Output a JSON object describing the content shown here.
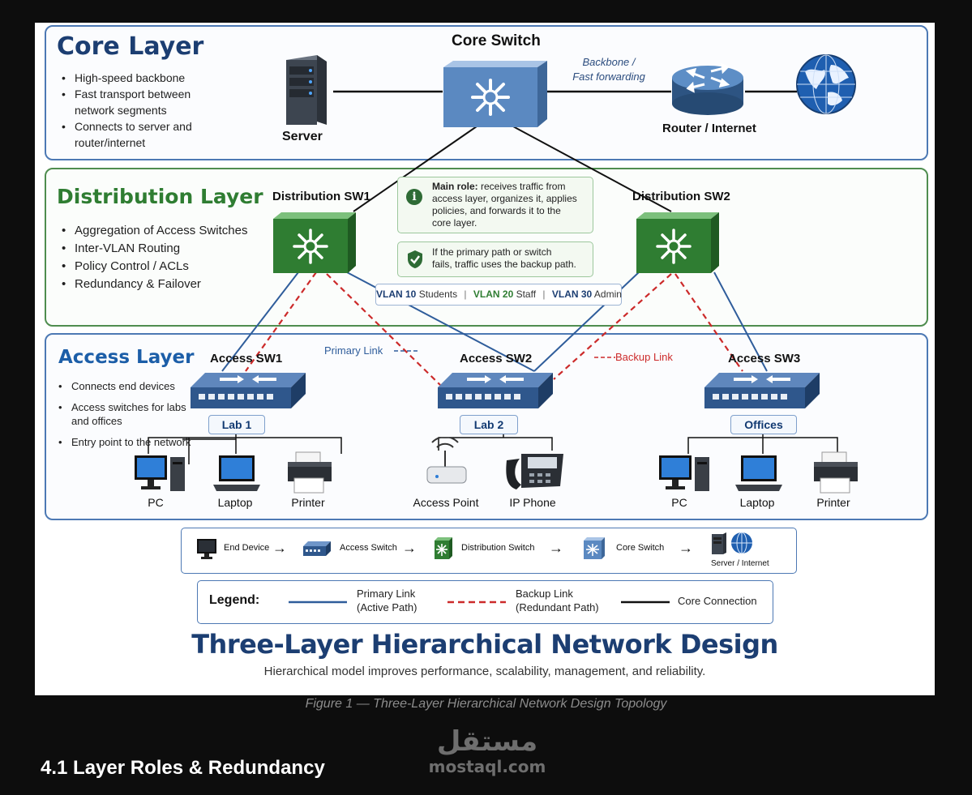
{
  "colors": {
    "primary_link": "#2f5d9b",
    "backup_link": "#cc2a2a",
    "core_connection": "#111111",
    "core_blue": "#4d79b4",
    "dist_green": "#2f7d32"
  },
  "core": {
    "title": "Core Layer",
    "bullets": [
      "High-speed backbone",
      "Fast transport between network segments",
      "Connects to server and router/internet"
    ],
    "switch_label": "Core Switch",
    "server_label": "Server",
    "router_label": "Router / Internet",
    "backbone_note": [
      "Backbone /",
      "Fast forwarding"
    ]
  },
  "distribution": {
    "title": "Distribution Layer",
    "bullets": [
      "Aggregation of Access Switches",
      "Inter-VLAN Routing",
      "Policy Control / ACLs",
      "Redundancy & Failover"
    ],
    "sw1_label": "Distribution SW1",
    "sw2_label": "Distribution SW2",
    "info_role_bold": "Main role:",
    "info_role_lines": [
      " receives traffic from",
      "access layer, organizes it, applies",
      "policies, and forwards it to the",
      "core layer."
    ],
    "info_backup_lines": [
      "If the primary path or switch",
      "fails, traffic uses the backup path."
    ],
    "vlans": [
      {
        "id": "VLAN 10",
        "name": "Students"
      },
      {
        "id": "VLAN 20",
        "name": "Staff"
      },
      {
        "id": "VLAN 30",
        "name": "Admin"
      }
    ],
    "vlan_separator": "|"
  },
  "access": {
    "title": "Access Layer",
    "bullets": [
      "Connects end devices",
      "Access switches for labs and offices",
      "Entry point to the network"
    ],
    "sw1_label": "Access SW1",
    "sw2_label": "Access SW2",
    "sw3_label": "Access SW3",
    "tags": [
      "Lab 1",
      "Lab 2",
      "Offices"
    ],
    "primary_link_label": "Primary Link",
    "backup_link_label": "Backup Link",
    "devices": [
      "PC",
      "Laptop",
      "Printer",
      "Access Point",
      "IP Phone",
      "PC",
      "Laptop",
      "Printer"
    ]
  },
  "flow": {
    "steps": [
      "End Device",
      "Access Switch",
      "Distribution Switch",
      "Core Switch",
      "Server / Internet"
    ],
    "arrow": "→"
  },
  "legend": {
    "title": "Legend:",
    "items": [
      {
        "line1": "Primary Link",
        "line2": "(Active Path)"
      },
      {
        "line1": "Backup Link",
        "line2": "(Redundant Path)"
      },
      {
        "line1": "Core Connection",
        "line2": ""
      }
    ]
  },
  "title": "Three-Layer Hierarchical Network Design",
  "subtitle": "Hierarchical model improves performance, scalability, management, and reliability.",
  "caption": "Figure 1 — Three-Layer Hierarchical Network Design Topology",
  "section_heading": "4.1 Layer Roles & Redundancy",
  "watermark": {
    "arabic": "مستقل",
    "latin": "mostaql.com"
  }
}
